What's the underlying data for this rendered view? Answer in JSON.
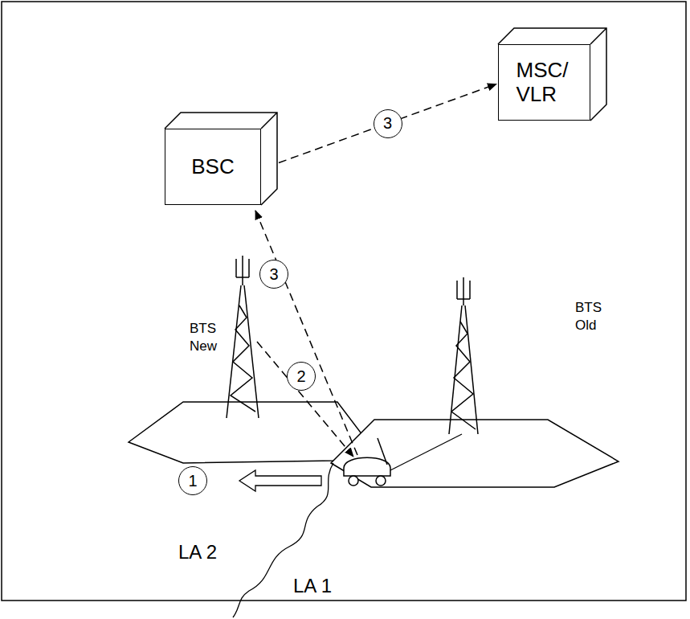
{
  "diagram": {
    "nodes": [
      {
        "text": [
          "BSC"
        ]
      },
      {
        "text": [
          "MSC/ VLR"
        ]
      }
    ],
    "edges": [
      {
        "from": 0,
        "to": 1,
        "arrow": "to",
        "label": "3"
      }
    ],
    "labels": [
      "BTS New",
      "BTS Old",
      "LA 2",
      "LA 1",
      "1",
      "2",
      "3"
    ]
  }
}
